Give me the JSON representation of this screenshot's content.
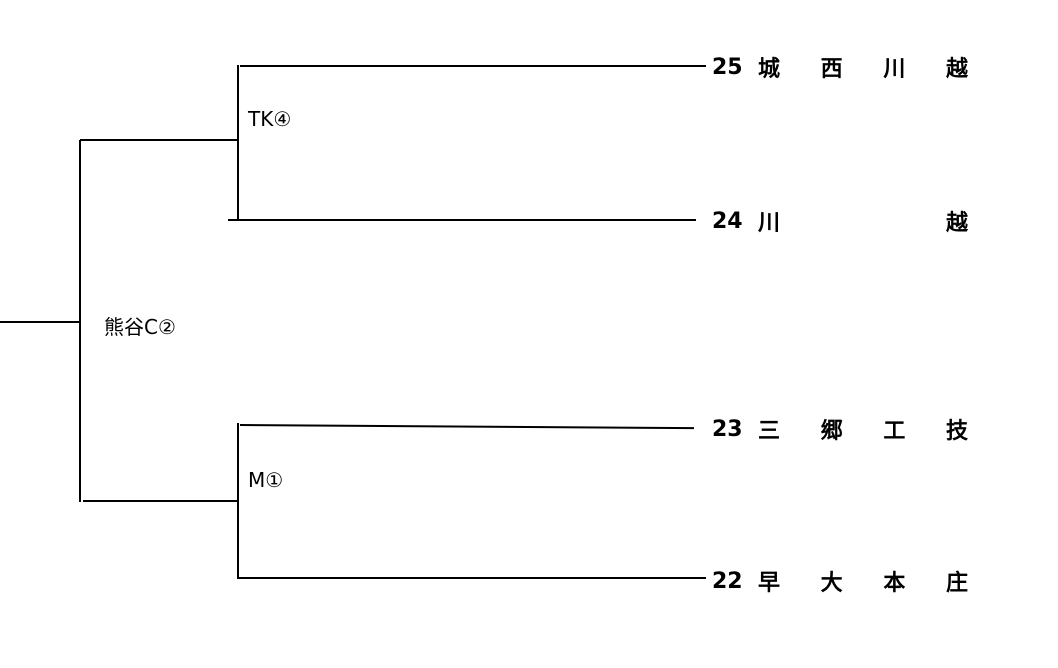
{
  "matches": {
    "final": "熊谷C②",
    "top_semi": "TK④",
    "bottom_semi": "M①"
  },
  "teams": [
    {
      "seed": "25",
      "name": [
        "城",
        "西",
        "川",
        "越"
      ]
    },
    {
      "seed": "24",
      "name": [
        "川",
        "越"
      ]
    },
    {
      "seed": "23",
      "name": [
        "三",
        "郷",
        "工",
        "技"
      ]
    },
    {
      "seed": "22",
      "name": [
        "早",
        "大",
        "本",
        "庄"
      ]
    }
  ]
}
